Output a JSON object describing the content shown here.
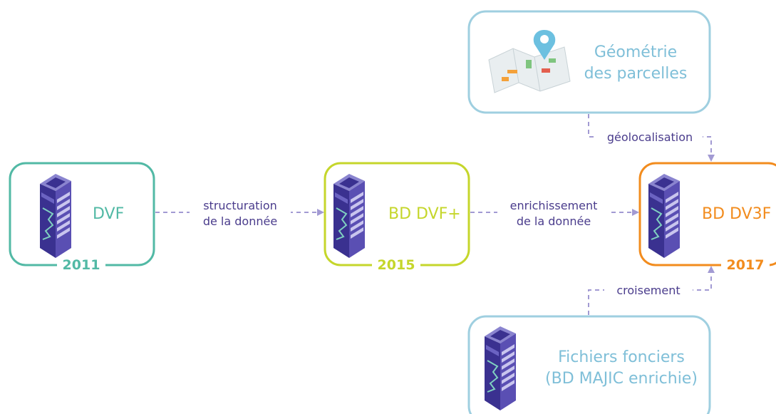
{
  "colors": {
    "dvf": "#52b9a5",
    "dvf_plus": "#c5d62b",
    "dv3f": "#f28c1e",
    "source": "#9fcfe0",
    "source_text": "#7fbfd8",
    "arrow": "#a29ad3",
    "arrow_text": "#4a3c8c",
    "server_dark": "#3a3190",
    "server_mid": "#5a4fb3",
    "server_light": "#8a84cf"
  },
  "nodes": {
    "dvf": {
      "label": "DVF",
      "year": "2011",
      "icon": "server-icon"
    },
    "dvf_plus": {
      "label": "BD DVF+",
      "year": "2015",
      "icon": "server-icon"
    },
    "dv3f": {
      "label": "BD DV3F",
      "year": "2017",
      "icon": "server-icon"
    },
    "geometrie": {
      "line1": "Géométrie",
      "line2": "des parcelles",
      "icon": "map-pin-icon"
    },
    "fichiers": {
      "line1": "Fichiers fonciers",
      "line2": "(BD MAJIC enrichie)",
      "icon": "server-icon"
    }
  },
  "links": {
    "structuration": {
      "line1": "structuration",
      "line2": "de la donnée"
    },
    "enrichissement": {
      "line1": "enrichissement",
      "line2": "de la donnée"
    },
    "geolocalisation": {
      "label": "géolocalisation"
    },
    "croisement": {
      "label": "croisement"
    }
  }
}
